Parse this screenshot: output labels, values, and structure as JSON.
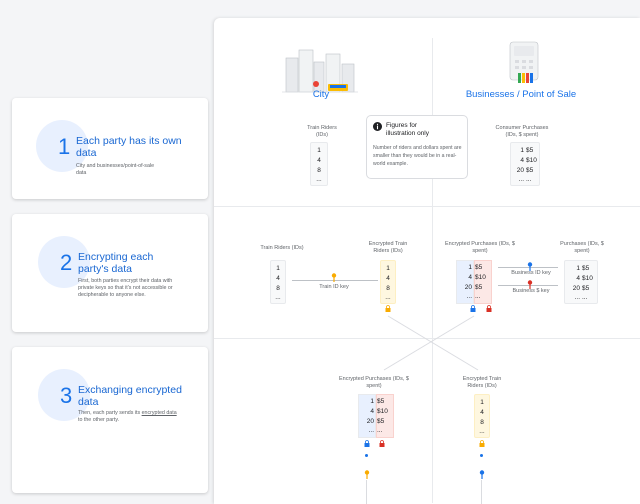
{
  "steps": [
    {
      "number": "1",
      "title": "Each party has its own data",
      "desc": "City and businesses/point-of-sale data"
    },
    {
      "number": "2",
      "title": "Encrypting each party's data",
      "desc": "First, both parties encrypt their data with private keys so that it's not accessible or decipherable to anyone else."
    },
    {
      "number": "3",
      "title": "Exchanging encrypted data",
      "desc_pre": "Then, each party sends its ",
      "desc_link": "encrypted data",
      "desc_post": " to the other party."
    }
  ],
  "parties": {
    "city": "City",
    "business": "Businesses / Point of Sale"
  },
  "note": {
    "title": "Figures for illustration only",
    "body": "Number of riders and dollars spent are smaller than they would be in a real-world example."
  },
  "row1": {
    "train_label": "Train Riders (IDs)",
    "train_ids": [
      "1",
      "4",
      "8",
      "..."
    ],
    "consumer_label": "Consumer Purchases (IDs, $ spent)",
    "consumer_ids": [
      "1",
      "4",
      "20",
      "..."
    ],
    "consumer_spent": [
      "$5",
      "$10",
      "$5",
      "..."
    ]
  },
  "row2": {
    "train_label": "Train Riders (IDs)",
    "train_ids": [
      "1",
      "4",
      "8",
      "..."
    ],
    "train_key": "Train ID key",
    "enc_train_label": "Encrypted Train Riders (IDs)",
    "enc_train_ids": [
      "1",
      "4",
      "8",
      "..."
    ],
    "enc_purch_label": "Encrypted Purchases (IDs, $ spent)",
    "enc_purch_ids": [
      "1",
      "4",
      "20",
      "..."
    ],
    "enc_purch_spent": [
      "$5",
      "$10",
      "$5",
      "..."
    ],
    "business_id_key": "Business ID key",
    "business_dollar_key": "Business $ key",
    "purch_label": "Purchases (IDs, $ spent)",
    "purch_ids": [
      "1",
      "4",
      "20",
      "..."
    ],
    "purch_spent": [
      "$5",
      "$10",
      "$5",
      "..."
    ]
  },
  "row3": {
    "enc_purch_label": "Encrypted Purchases (IDs, $ spent)",
    "enc_purch_ids": [
      "1",
      "4",
      "20",
      "..."
    ],
    "enc_purch_spent": [
      "$5",
      "$10",
      "$5",
      "..."
    ],
    "enc_train_label": "Encrypted Train Riders (IDs)",
    "enc_train_ids": [
      "1",
      "4",
      "8",
      "..."
    ]
  },
  "colors": {
    "accent": "#1a73e8",
    "yellow": "#fef7e0",
    "red": "#fce8e6",
    "lock_blue": "#1a73e8",
    "lock_red": "#d93025",
    "lock_yellow": "#f9ab00"
  }
}
